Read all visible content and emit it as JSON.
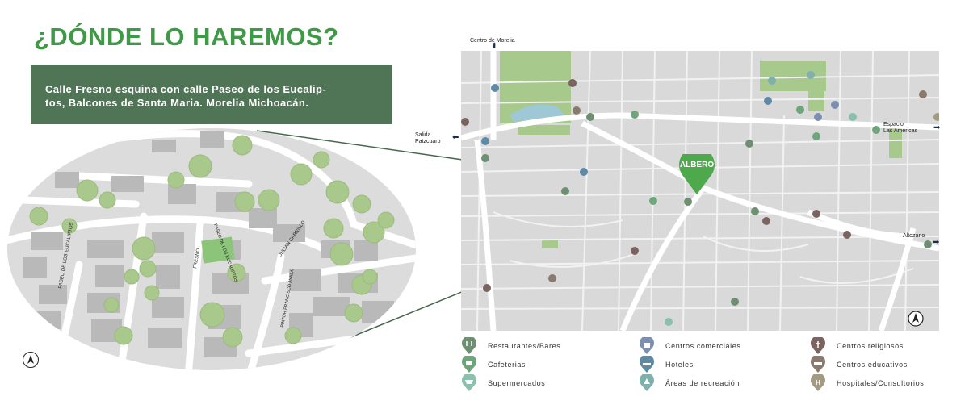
{
  "title": "¿DÓNDE LO HAREMOS?",
  "address": {
    "line1": "Calle Fresno esquina con calle Paseo de los Eucalip-",
    "line2": "tos, Balcones de Santa Maria. Morelia Michoacán."
  },
  "street_labels": {
    "paseo_eucaliptos_left": "PASEO DE LOS EUCALIPTOS",
    "fresno": "FRESNO",
    "paseo_eucaliptos_center": "PASEO DE LOS EUCALIPTOS",
    "julian_carrillo": "JULIAN CARRILLO",
    "francisco_ayala": "PINTOR FRANCISCO AYALA"
  },
  "map_labels": {
    "centro": "Centro de Morelia",
    "salida_line1": "Salida",
    "salida_line2": "Patzcuaro",
    "espacio_line1": "Espacio",
    "espacio_line2": "Las Americas",
    "altozano": "Altozano",
    "marker": "ALBERO"
  },
  "colors": {
    "green_title": "#3f9a48",
    "box_green": "#4f7556",
    "marker_green": "#4ea84c",
    "restaurants": "#6f8f73",
    "cafes": "#6fa57a",
    "supermarkets": "#8bbfae",
    "malls": "#7d8fb0",
    "hotels": "#5f8aa6",
    "recreation": "#7fb0ac",
    "religious": "#7a6460",
    "education": "#8a7a6e",
    "hospitals": "#a39a84"
  },
  "legend": [
    {
      "label": "Restaurantes/Bares",
      "icon": "fork-knife-icon",
      "color": "#6f8f73"
    },
    {
      "label": "Cafeterias",
      "icon": "coffee-cup-icon",
      "color": "#6fa57a"
    },
    {
      "label": "Supermercados",
      "icon": "cart-icon",
      "color": "#8bbfae"
    },
    {
      "label": "Centros comerciales",
      "icon": "shopping-bag-icon",
      "color": "#7d8fb0"
    },
    {
      "label": "Hoteles",
      "icon": "bed-icon",
      "color": "#5f8aa6"
    },
    {
      "label": "Áreas de recreación",
      "icon": "tree-icon",
      "color": "#7fb0ac"
    },
    {
      "label": "Centros religiosos",
      "icon": "cross-icon",
      "color": "#7a6460"
    },
    {
      "label": "Centros educativos",
      "icon": "book-icon",
      "color": "#8a7a6e"
    },
    {
      "label": "Hospitales/Consultorios",
      "icon": "hospital-icon",
      "color": "#a39a84"
    }
  ]
}
